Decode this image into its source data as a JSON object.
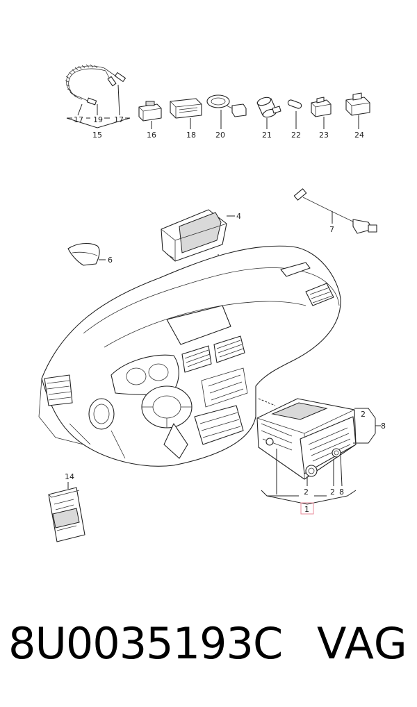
{
  "callouts": {
    "c17a": "17",
    "c19": "19",
    "c17b": "17",
    "c15": "15",
    "c16": "16",
    "c18": "18",
    "c20": "20",
    "c21": "21",
    "c22": "22",
    "c23": "23",
    "c24": "24",
    "c4": "4",
    "c6": "6",
    "c7": "7",
    "c2a": "2",
    "c8a": "8",
    "c2b": "2",
    "c2c": "2",
    "c8b": "8",
    "c1": "1",
    "c14": "14"
  },
  "footer": {
    "part_number": "8U0035193C",
    "brand": "VAG"
  },
  "colors": {
    "highlight_box": "#e88a9a",
    "line": "#222222"
  }
}
